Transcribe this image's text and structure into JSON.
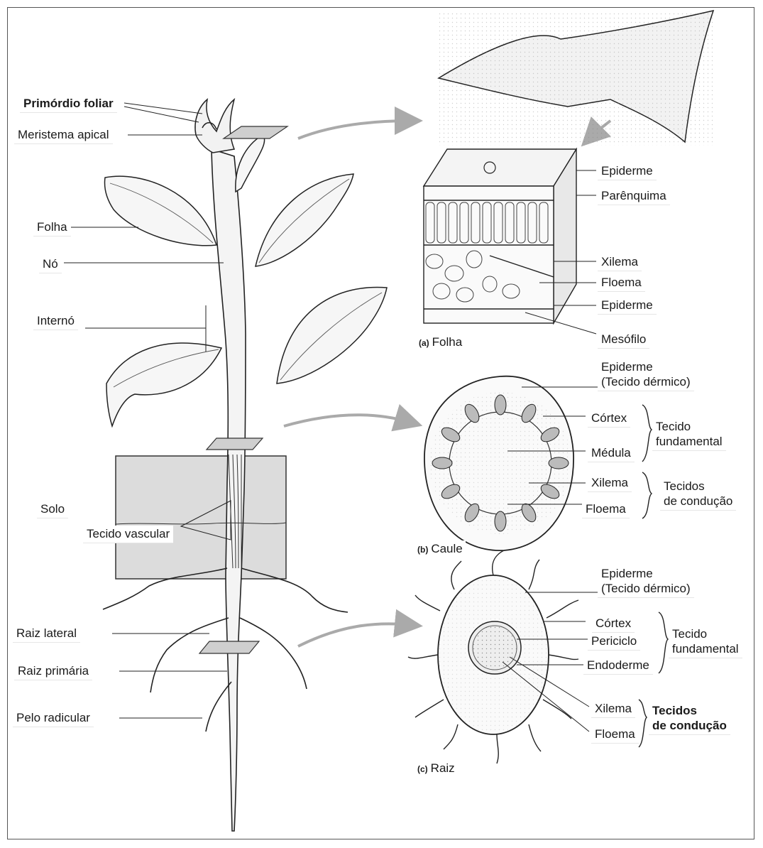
{
  "plant": {
    "leaf_primordium": "Primórdio foliar",
    "apical_meristem": "Meristema apical",
    "leaf": "Folha",
    "node": "Nó",
    "internode": "Internó",
    "soil": "Solo",
    "vascular_tissue": "Tecido vascular",
    "lateral_root": "Raiz lateral",
    "primary_root": "Raiz primária",
    "root_hair": "Pelo radicular"
  },
  "leaf_section": {
    "letter": "(a)",
    "caption": "Folha",
    "upper_epidermis": "Epiderme",
    "parenchyma": "Parênquima",
    "xylem": "Xilema",
    "phloem": "Floema",
    "lower_epidermis": "Epiderme",
    "mesophyll": "Mesófilo"
  },
  "stem_section": {
    "letter": "(b)",
    "caption": "Caule",
    "epidermis_line1": "Epiderme",
    "epidermis_line2": "(Tecido dérmico)",
    "cortex": "Córtex",
    "pith": "Médula",
    "ground_line1": "Tecido",
    "ground_line2": "fundamental",
    "xylem": "Xilema",
    "phloem": "Floema",
    "conduct_line1": "Tecidos",
    "conduct_line2": "de condução"
  },
  "root_section": {
    "letter": "(c)",
    "caption": "Raiz",
    "epidermis_line1": "Epiderme",
    "epidermis_line2": "(Tecido dérmico)",
    "cortex": "Córtex",
    "pericycle": "Periciclo",
    "endodermis": "Endoderme",
    "ground_line1": "Tecido",
    "ground_line2": "fundamental",
    "xylem": "Xilema",
    "phloem": "Floema",
    "conduct_line1": "Tecidos",
    "conduct_line2": "de condução"
  }
}
